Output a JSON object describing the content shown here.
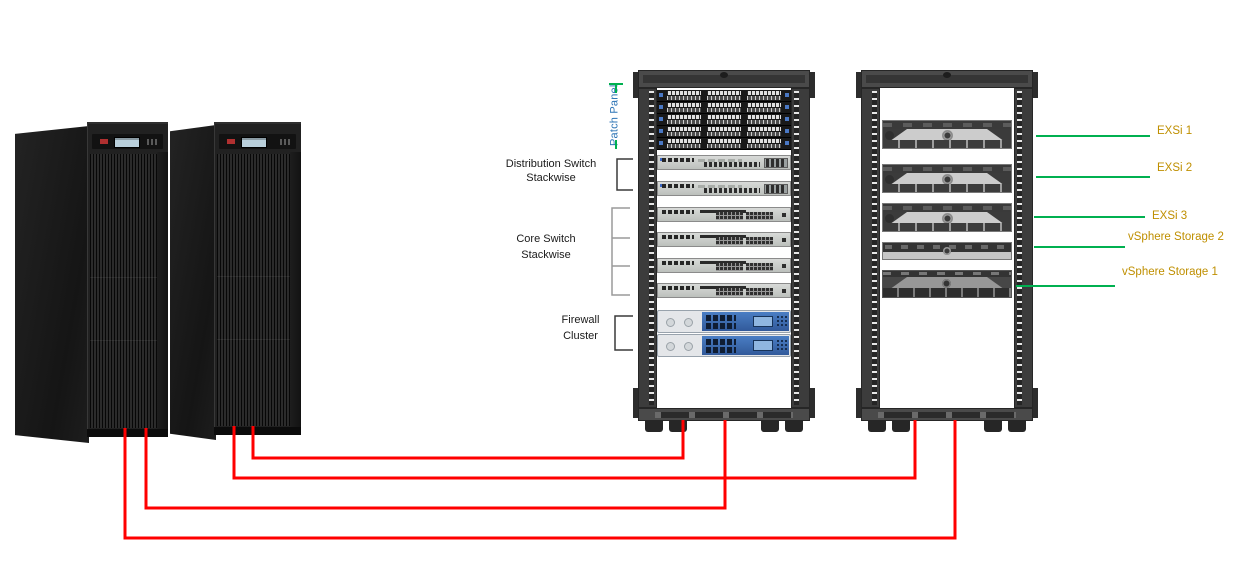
{
  "diagram_title": "",
  "labels": {
    "patch_panel": "Patch Panel",
    "distribution_switch": {
      "line1": "Distribution Switch",
      "line2": "Stackwise"
    },
    "core_switch": {
      "line1": "Core Switch",
      "line2": "Stackwise"
    },
    "firewall": {
      "line1": "Firewall",
      "line2": "Cluster"
    }
  },
  "server_labels": [
    "EXSi 1",
    "EXSi 2",
    "EXSi 3",
    "vSphere Storage 2",
    "vSphere Storage 1"
  ],
  "colors": {
    "power_cable_red": "#FF0000",
    "connector_line_green": "#00B050",
    "server_label_gold": "#BF8F00",
    "patch_panel_label_blue": "#2E75B6"
  }
}
